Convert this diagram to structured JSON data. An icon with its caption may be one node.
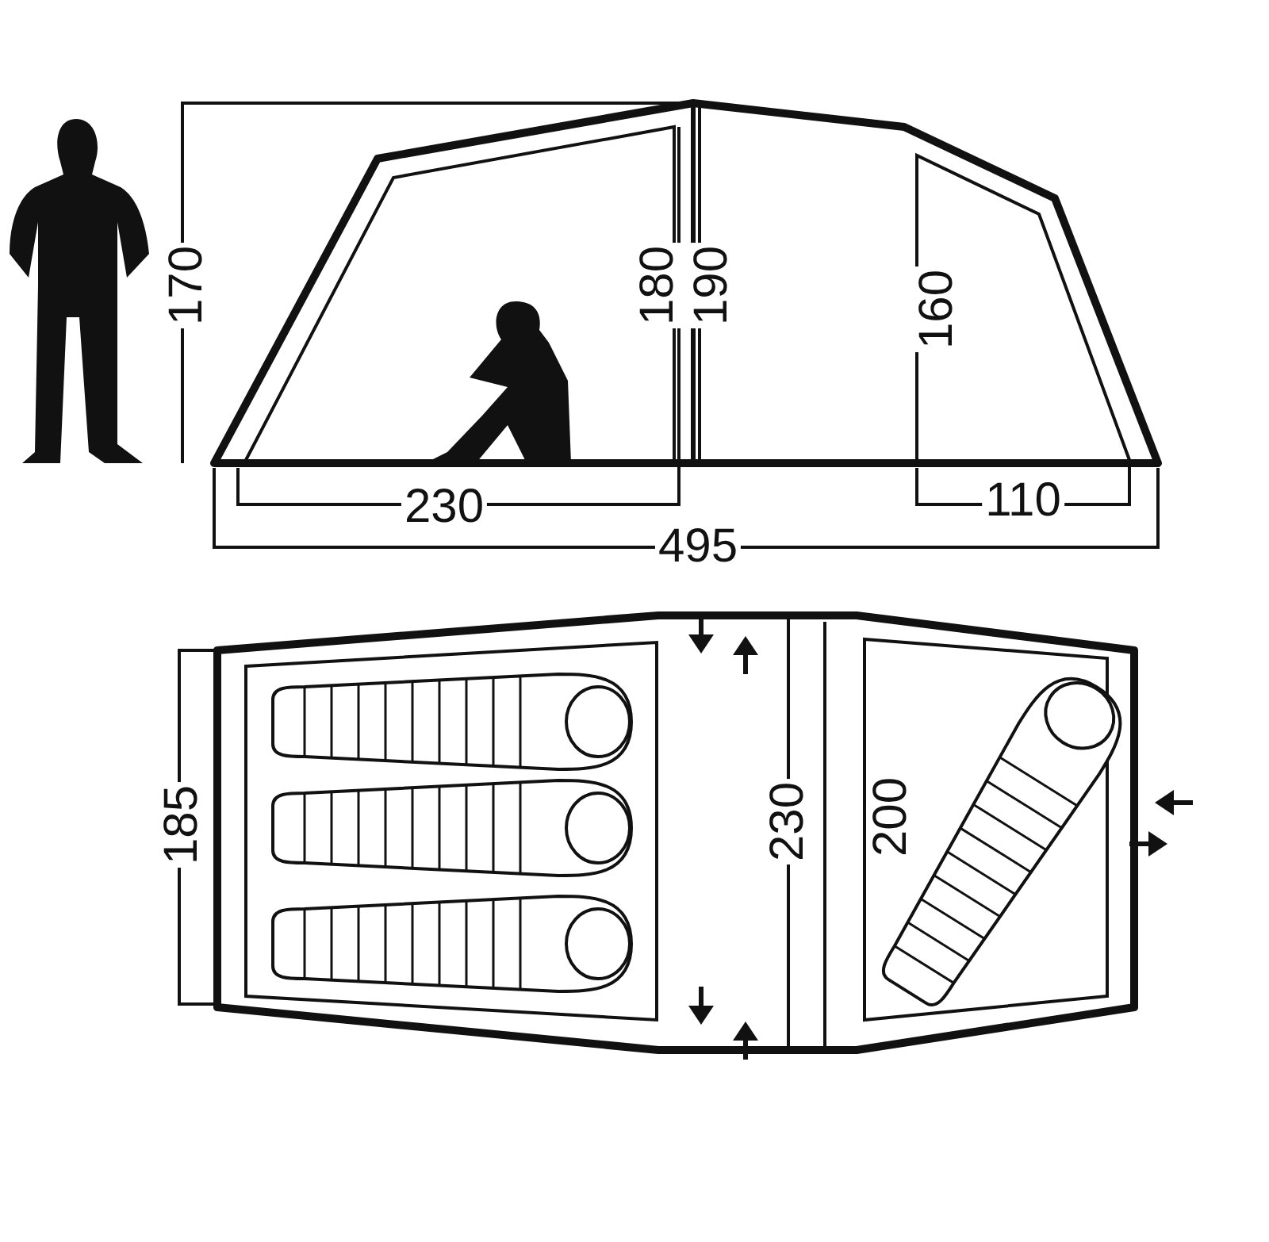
{
  "diagram": {
    "labels": [
      "170",
      "180",
      "190",
      "160",
      "230",
      "110",
      "495",
      "185",
      "230",
      "200"
    ]
  }
}
